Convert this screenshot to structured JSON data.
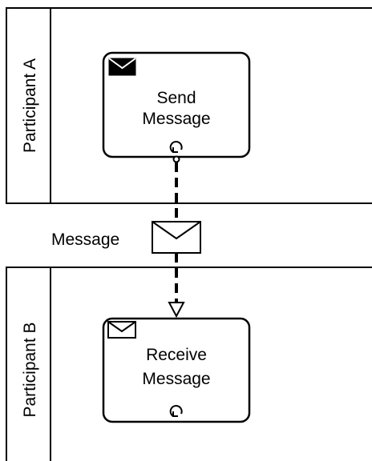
{
  "pools": [
    {
      "id": "A",
      "label": "Participant A"
    },
    {
      "id": "B",
      "label": "Participant B"
    }
  ],
  "tasks": [
    {
      "id": "send",
      "line1": "Send",
      "line2": "Message",
      "message_icon": "envelope-filled-icon",
      "marker": "loop-icon"
    },
    {
      "id": "receive",
      "line1": "Receive",
      "line2": "Message",
      "message_icon": "envelope-outline-icon",
      "marker": "loop-icon"
    }
  ],
  "message_flow": {
    "label": "Message",
    "icon": "envelope-outline-icon"
  }
}
